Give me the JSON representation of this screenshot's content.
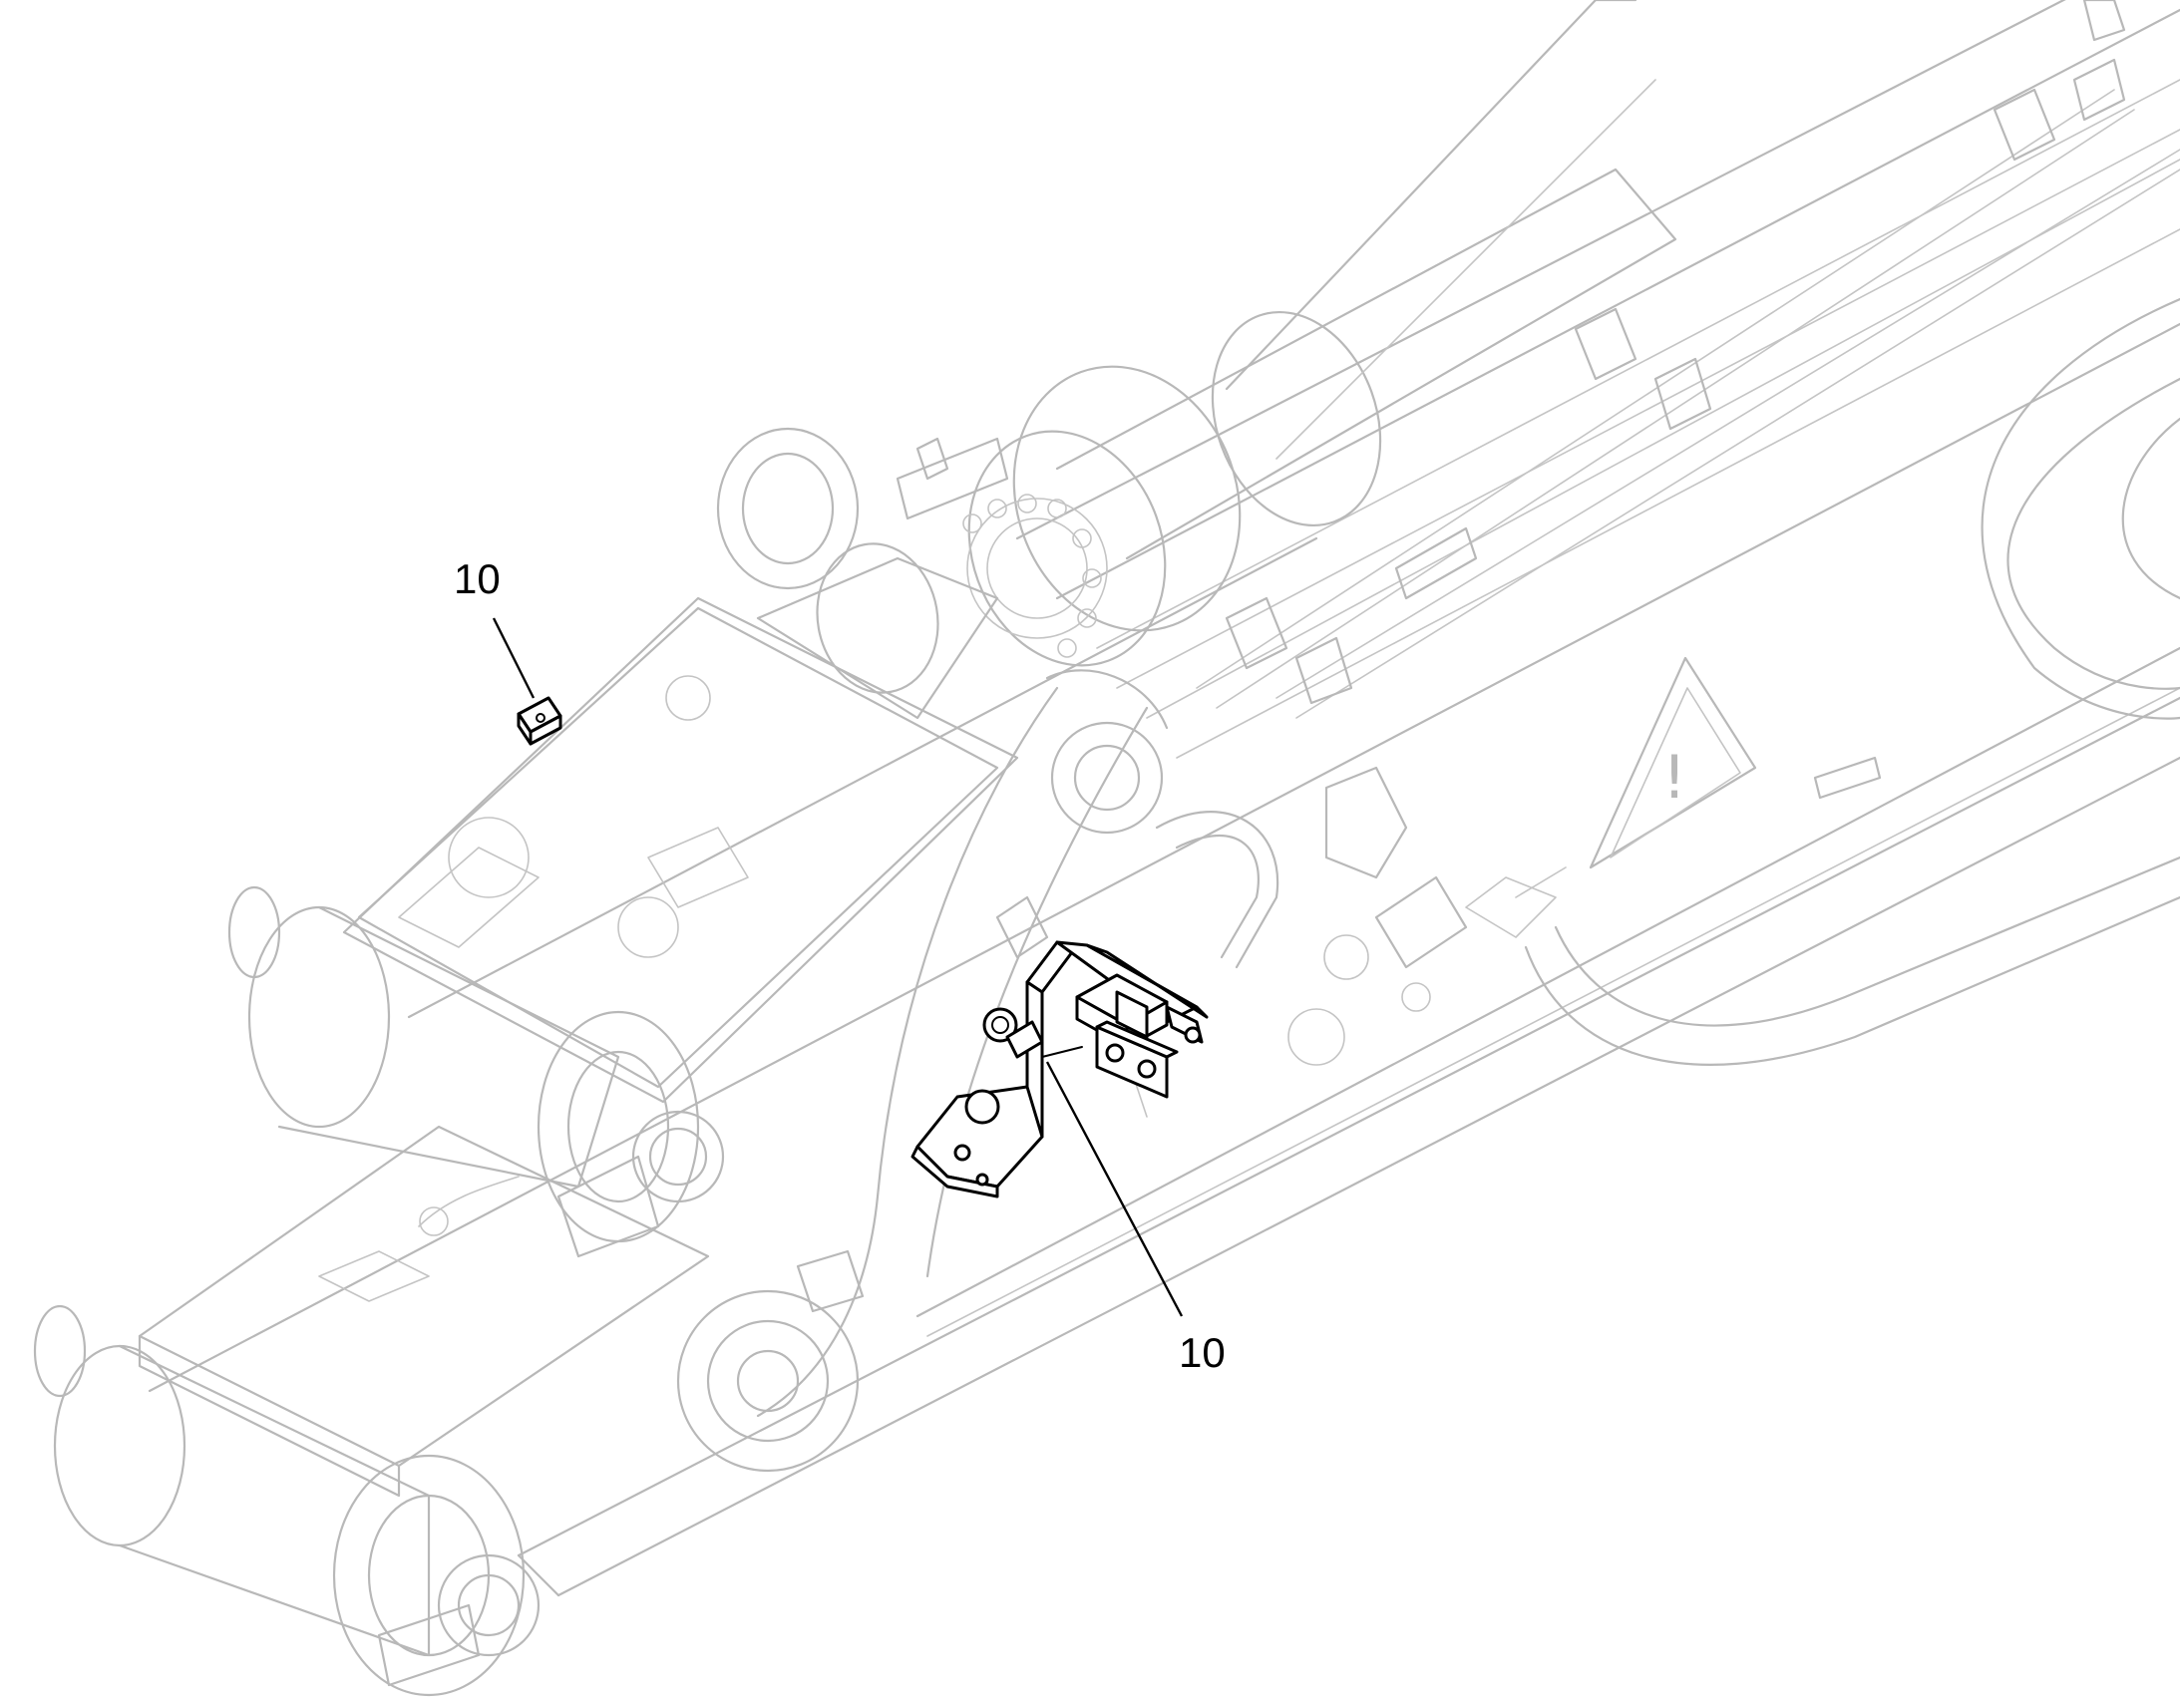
{
  "figure": {
    "background": "#ffffff",
    "ghost_color": "#b8b8b8",
    "highlight_color": "#000000",
    "callouts": [
      {
        "id": "callout-top",
        "label": "10"
      },
      {
        "id": "callout-bottom",
        "label": "10"
      }
    ],
    "warning_symbol": "!"
  }
}
